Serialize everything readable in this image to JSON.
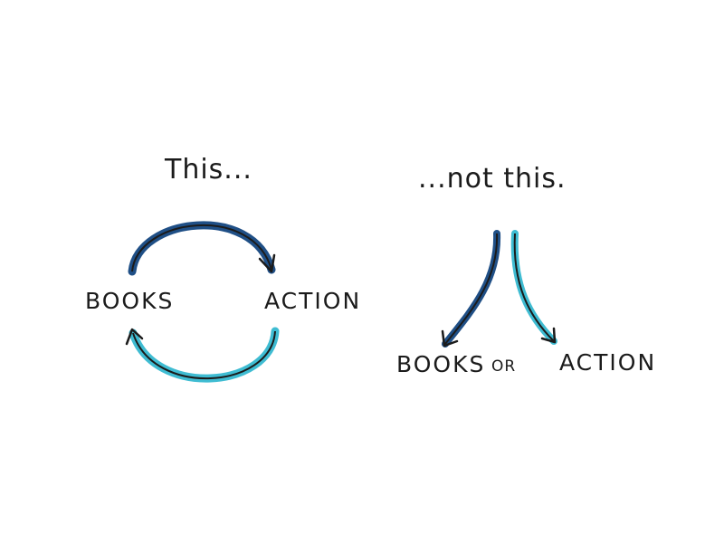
{
  "left_panel": {
    "heading": "This...",
    "node_a": "BOOKS",
    "node_b": "ACTION"
  },
  "right_panel": {
    "heading": "...not this.",
    "node_a": "BOOKS",
    "connector": "OR",
    "node_b": "ACTION"
  },
  "colors": {
    "ink": "#1b1b1b",
    "dark_blue": "#1f4f86",
    "light_blue": "#3fbcd2"
  }
}
